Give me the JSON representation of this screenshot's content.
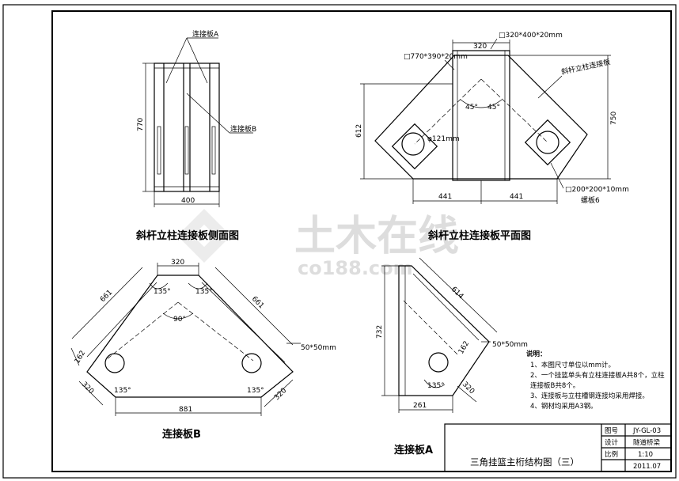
{
  "drawing": {
    "top_left": {
      "caption": "斜杆立柱连接板侧面图",
      "label_a": "连接板A",
      "label_b": "连接板B",
      "dim_height": "770",
      "dim_width": "400"
    },
    "top_right": {
      "caption": "斜杆立柱连接板平面图",
      "label_plate": "斜杆立柱连接板",
      "spec_left": "□770*390*20mm",
      "spec_top": "□320*400*20mm",
      "spec_bottom": "□200*200*10mm",
      "label_ribs": "螺板6",
      "dim_top": "320",
      "dim_left_height": "612",
      "dim_right_height": "750",
      "dim_bottom_left": "441",
      "dim_bottom_right": "441",
      "angle_left": "45°",
      "angle_right": "45°",
      "hole_dia": "φ121mm"
    },
    "bottom_left": {
      "caption": "连接板B",
      "dim_top": "320",
      "dim_left_slant": "661",
      "dim_right_slant": "661",
      "dim_bottom": "881",
      "dim_left_edge": "162",
      "dim_left_lower": "320",
      "dim_right_lower": "320",
      "angle_tl": "135°",
      "angle_tr": "135°",
      "angle_center": "90°",
      "angle_bl": "135°",
      "angle_br": "135°",
      "spec_right": "50*50mm"
    },
    "bottom_mid": {
      "caption": "连接板A",
      "dim_height": "732",
      "dim_slant": "614",
      "dim_edge": "162",
      "dim_lower": "320",
      "dim_bottom": "261",
      "angle": "135°",
      "spec_right": "50*50mm"
    },
    "notes": {
      "title": "说明：",
      "items": [
        "1、本图尺寸单位以mm计。",
        "2、一个挂篮单头有立柱连接板A共8个，立柱",
        "连接板B共8个。",
        "3、连接板与立柱槽钢连接均采用焊接。",
        "4、钢材均采用A3钢。"
      ]
    },
    "title_block": {
      "title": "三角挂篮主桁结构图（三）",
      "rows": [
        {
          "label": "图号",
          "value": "JY-GL-03"
        },
        {
          "label": "设计",
          "value": "隧道桥梁"
        },
        {
          "label": "比例",
          "value": "1:10"
        },
        {
          "label": "",
          "value": "2011.07"
        }
      ]
    },
    "watermark": {
      "text": "土木在线",
      "sub": "co188.com"
    }
  }
}
